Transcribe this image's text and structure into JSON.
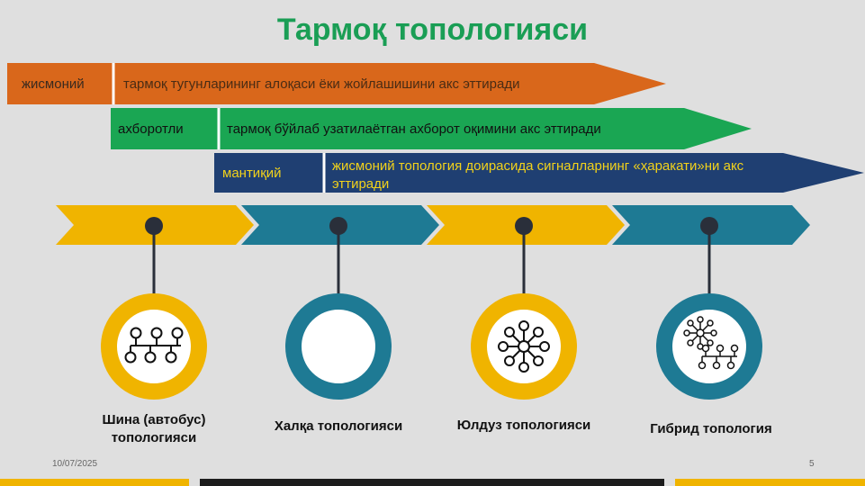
{
  "title": "Тармоқ топологияси",
  "layers": [
    {
      "name": "жисмоний",
      "desc": "тармоқ тугунларининг алоқаси ёки жойлашишини акс эттиради",
      "color": "#d9671b"
    },
    {
      "name": "ахборотли",
      "desc": "тармоқ бўйлаб узатилаётган ахборот оқимини акс эттиради",
      "color": "#1aa653"
    },
    {
      "name": "мантиқий",
      "desc": "жисмоний топология доирасида сигналларнинг «ҳаракати»ни акс эттиради",
      "color": "#1f3f72"
    }
  ],
  "topologies": [
    {
      "label": "Шина (автобус) топологияси",
      "icon": "bus-topology-icon"
    },
    {
      "label": "Халқа топологияси",
      "icon": "ring-topology-icon"
    },
    {
      "label": "Юлдуз топологияси",
      "icon": "star-topology-icon"
    },
    {
      "label": "Гибрид топология",
      "icon": "hybrid-topology-icon"
    }
  ],
  "footer": {
    "date": "10/07/2025",
    "page": "5"
  },
  "colors": {
    "yellow": "#f0b400",
    "teal": "#1e7a94",
    "dot": "#2a2f3a"
  }
}
